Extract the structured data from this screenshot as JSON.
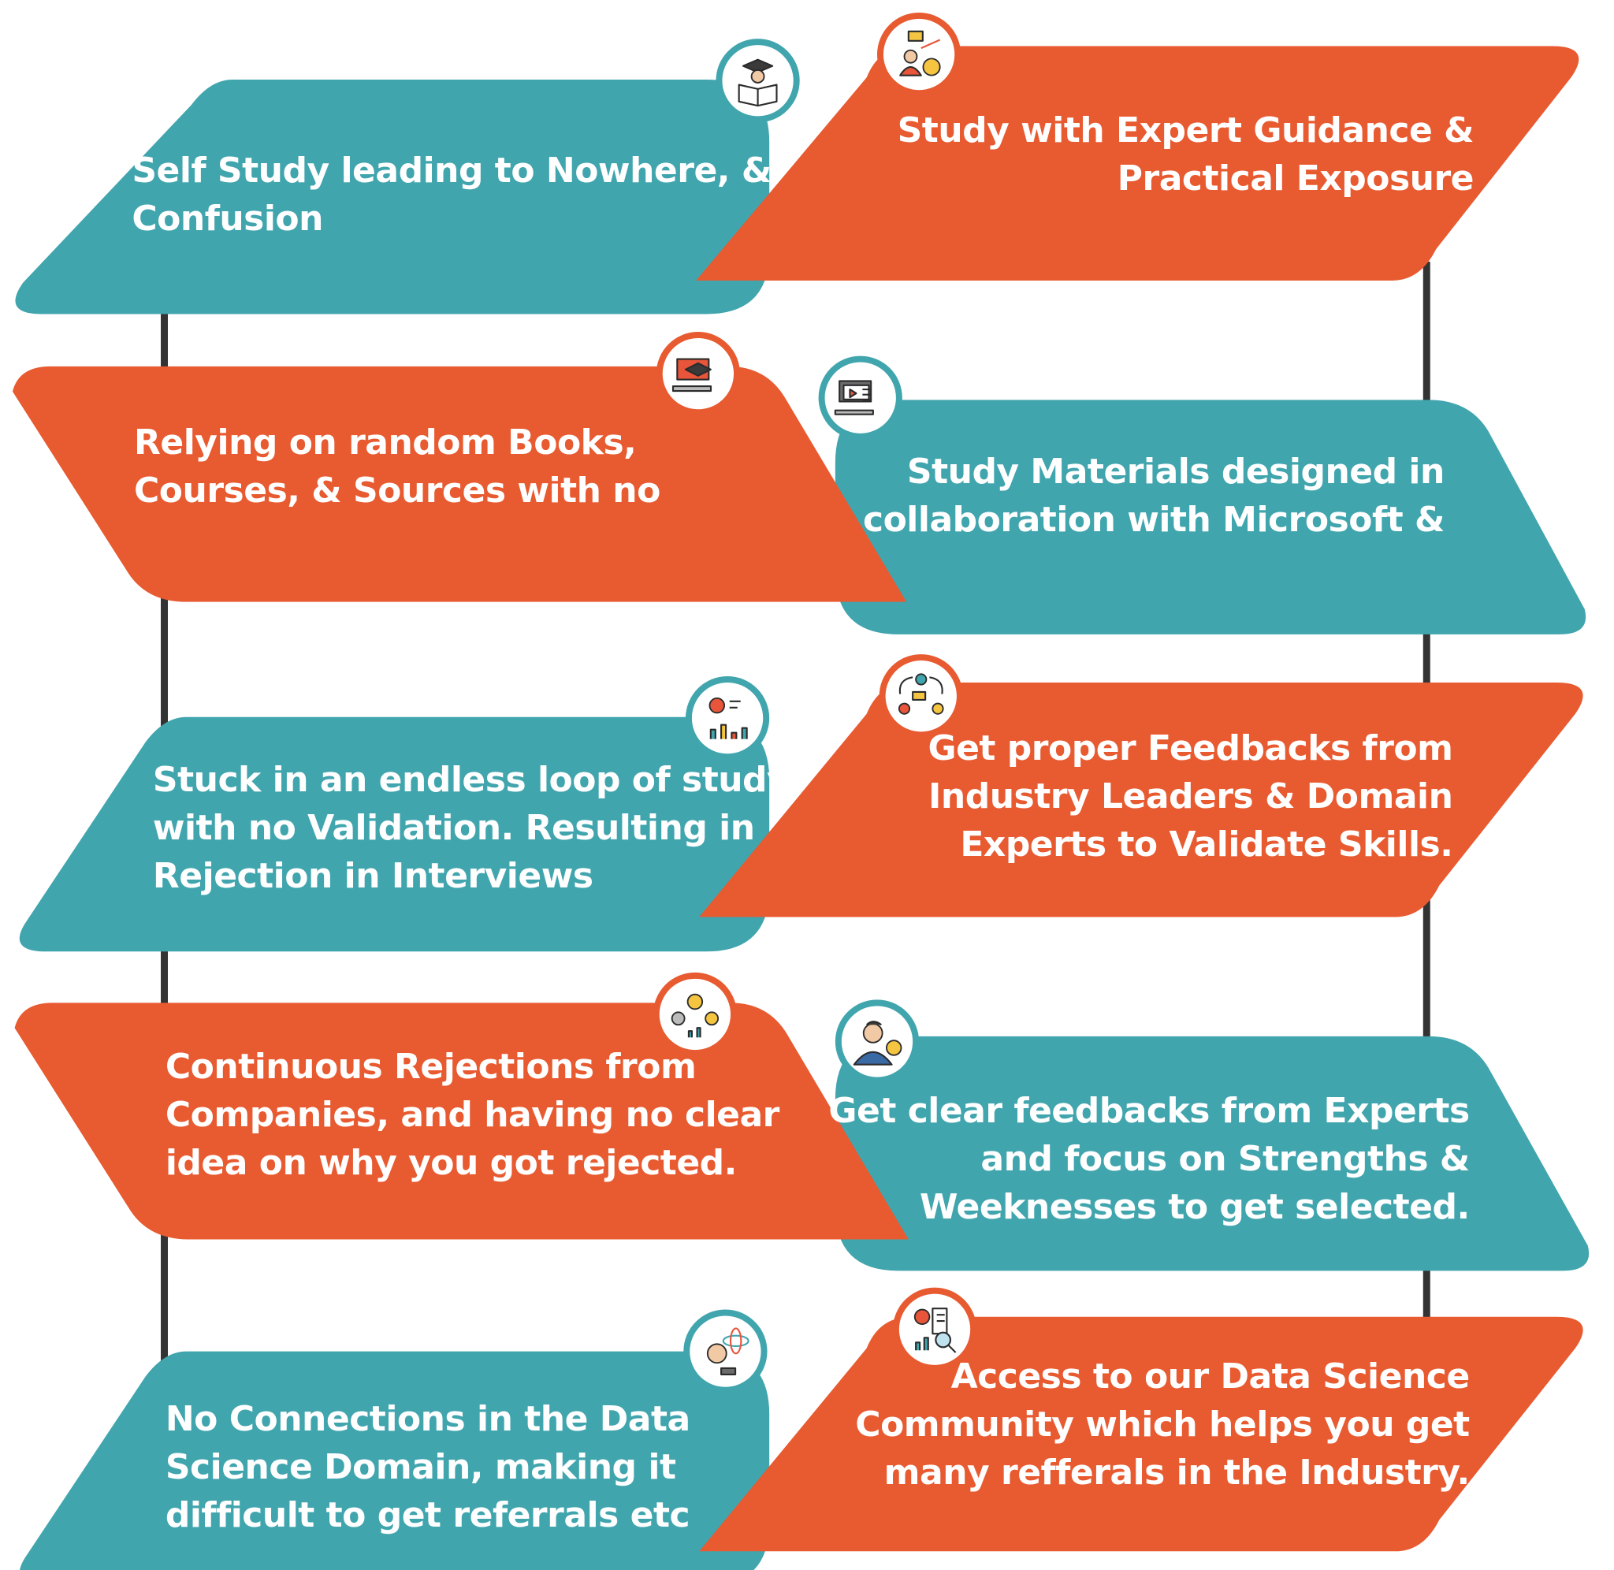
{
  "colors": {
    "teal": "#41A5AE",
    "orange": "#E85A30",
    "line": "#333333"
  },
  "rows": [
    {
      "left": {
        "text": "Self Study leading to Nowhere, &\nConfusion",
        "color": "teal",
        "icon": "student-reading-icon"
      },
      "right": {
        "text": "Study with Expert Guidance &\nPractical Exposure",
        "color": "orange",
        "icon": "expert-guidance-icon"
      }
    },
    {
      "left": {
        "text": "Relying on random Books,\nCourses, & Sources with no",
        "color": "orange",
        "icon": "online-course-icon"
      },
      "right": {
        "text": "Study Materials designed in\ncollaboration with Microsoft &",
        "color": "teal",
        "icon": "video-lesson-icon"
      }
    },
    {
      "left": {
        "text": "Stuck in an endless loop of study,\nwith no Validation. Resulting in\nRejection in Interviews",
        "color": "teal",
        "icon": "analytics-chart-icon"
      },
      "right": {
        "text": "Get proper Feedbacks from\nIndustry Leaders & Domain\nExperts to Validate Skills.",
        "color": "orange",
        "icon": "feedback-loop-icon"
      }
    },
    {
      "left": {
        "text": "Continuous Rejections from\nCompanies, and having no clear\nidea on why you got rejected.",
        "color": "orange",
        "icon": "idea-cycle-icon"
      },
      "right": {
        "text": "Get clear feedbacks from Experts\nand focus on Strengths &\nWeeknesses to get selected.",
        "color": "teal",
        "icon": "certified-expert-icon"
      }
    },
    {
      "left": {
        "text": "No Connections in the Data\nScience Domain, making it\ndifficult to get referrals etc",
        "color": "teal",
        "icon": "data-scientist-icon"
      },
      "right": {
        "text": "Access to our Data Science\nCommunity which helps you get\nmany refferals in the Industry.",
        "color": "orange",
        "icon": "data-report-icon"
      }
    }
  ]
}
